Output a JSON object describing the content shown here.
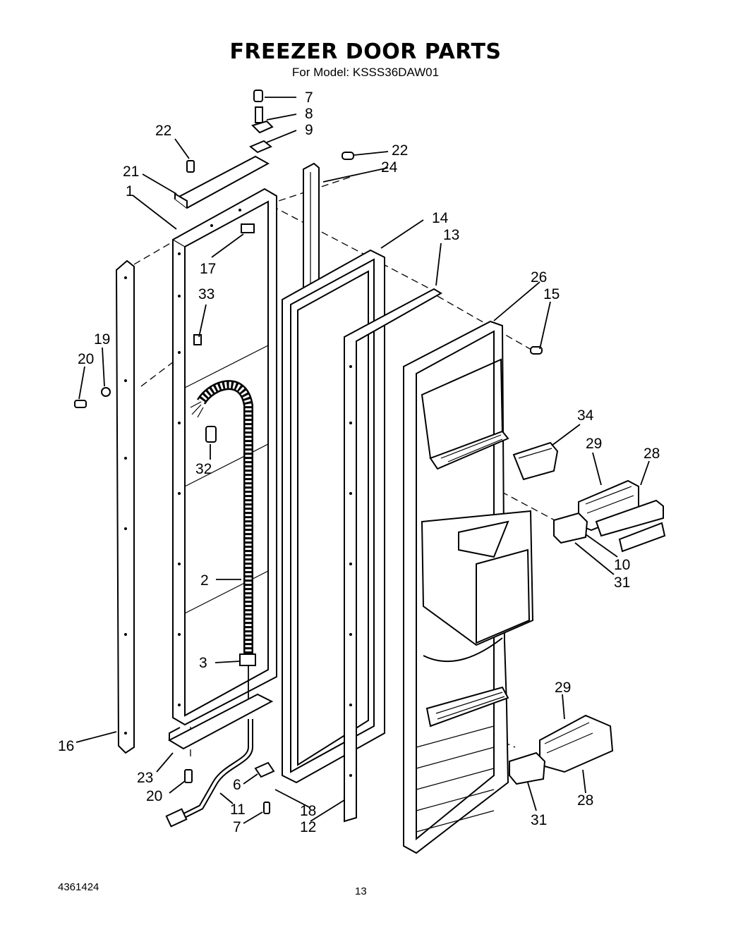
{
  "header": {
    "title": "FREEZER DOOR PARTS",
    "subtitle": "For Model: KSSS36DAW01"
  },
  "footer": {
    "doc_number": "4361424",
    "page_number": "13"
  },
  "callouts": [
    {
      "id": "c7a",
      "label": "7"
    },
    {
      "id": "c8",
      "label": "8"
    },
    {
      "id": "c9",
      "label": "9"
    },
    {
      "id": "c22a",
      "label": "22"
    },
    {
      "id": "c22b",
      "label": "22"
    },
    {
      "id": "c24",
      "label": "24"
    },
    {
      "id": "c21",
      "label": "21"
    },
    {
      "id": "c1",
      "label": "1"
    },
    {
      "id": "c14",
      "label": "14"
    },
    {
      "id": "c13",
      "label": "13"
    },
    {
      "id": "c17",
      "label": "17"
    },
    {
      "id": "c26",
      "label": "26"
    },
    {
      "id": "c15",
      "label": "15"
    },
    {
      "id": "c33",
      "label": "33"
    },
    {
      "id": "c19",
      "label": "19"
    },
    {
      "id": "c20a",
      "label": "20"
    },
    {
      "id": "c34",
      "label": "34"
    },
    {
      "id": "c29a",
      "label": "29"
    },
    {
      "id": "c28a",
      "label": "28"
    },
    {
      "id": "c32",
      "label": "32"
    },
    {
      "id": "c10",
      "label": "10"
    },
    {
      "id": "c31a",
      "label": "31"
    },
    {
      "id": "c2",
      "label": "2"
    },
    {
      "id": "c3",
      "label": "3"
    },
    {
      "id": "c29b",
      "label": "29"
    },
    {
      "id": "c16",
      "label": "16"
    },
    {
      "id": "c23",
      "label": "23"
    },
    {
      "id": "c6",
      "label": "6"
    },
    {
      "id": "c20b",
      "label": "20"
    },
    {
      "id": "c11",
      "label": "11"
    },
    {
      "id": "c7b",
      "label": "7"
    },
    {
      "id": "c18",
      "label": "18"
    },
    {
      "id": "c12",
      "label": "12"
    },
    {
      "id": "c31b",
      "label": "31"
    },
    {
      "id": "c28b",
      "label": "28"
    }
  ]
}
